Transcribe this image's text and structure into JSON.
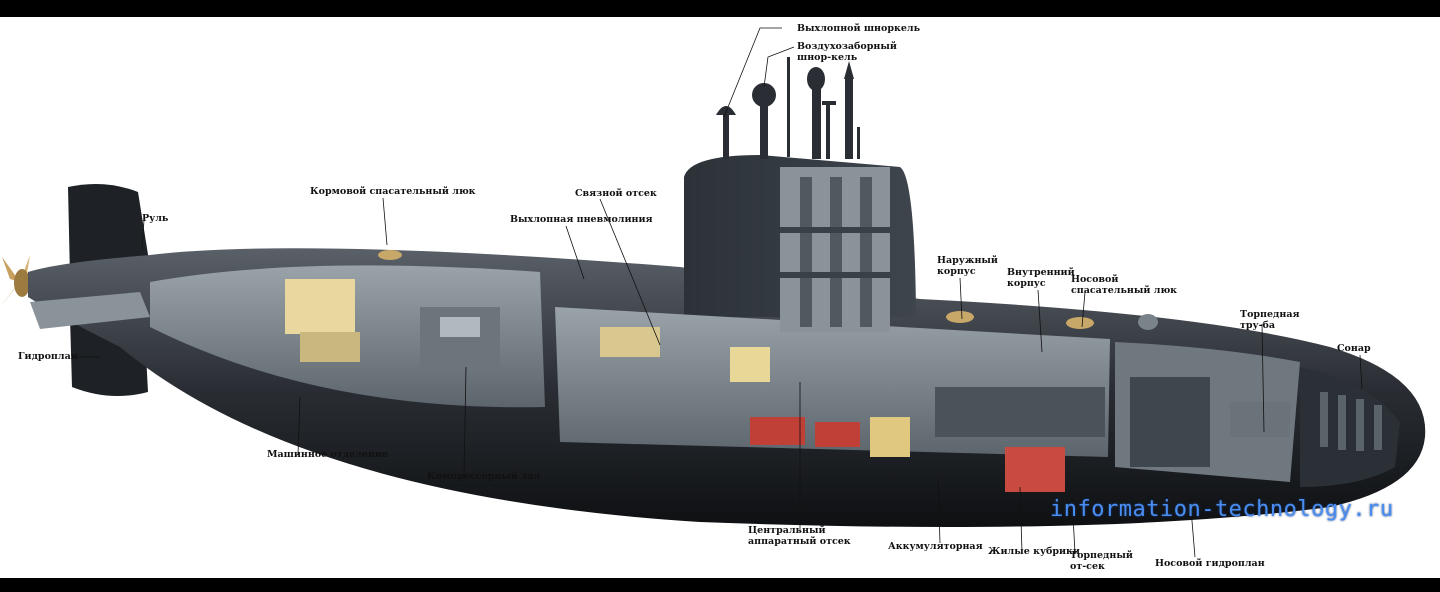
{
  "labels": {
    "exhaust_snorkel": "Выхлопной шноркель",
    "air_intake_snorkel": "Воздухозаборный шнор-кель",
    "aft_escape_hatch": "Кормовой спасательный люк",
    "comm_compartment": "Связной отсек",
    "exhaust_pneumoline": "Выхлопная пневмолиния",
    "rudder": "Руль",
    "hydroplane": "Гидроплан",
    "engine_room": "Машинное отделение",
    "compressor_hall": "Компрессорный зал",
    "outer_hull": "Наружный корпус",
    "inner_hull": "Внутренний корпус",
    "bow_escape_hatch": "Носовой спасательный люк",
    "torpedo_tube": "Торпедная тру-ба",
    "sonar": "Сонар",
    "central_control": "Центральный аппаратный отсек",
    "battery_room": "Аккумуляторная",
    "crew_quarters": "Жилые кубрики",
    "torpedo_compartment": "Торпедный от-сек",
    "bow_hydroplane": "Носовой гидроплан"
  },
  "watermark": "information-technology.ru"
}
